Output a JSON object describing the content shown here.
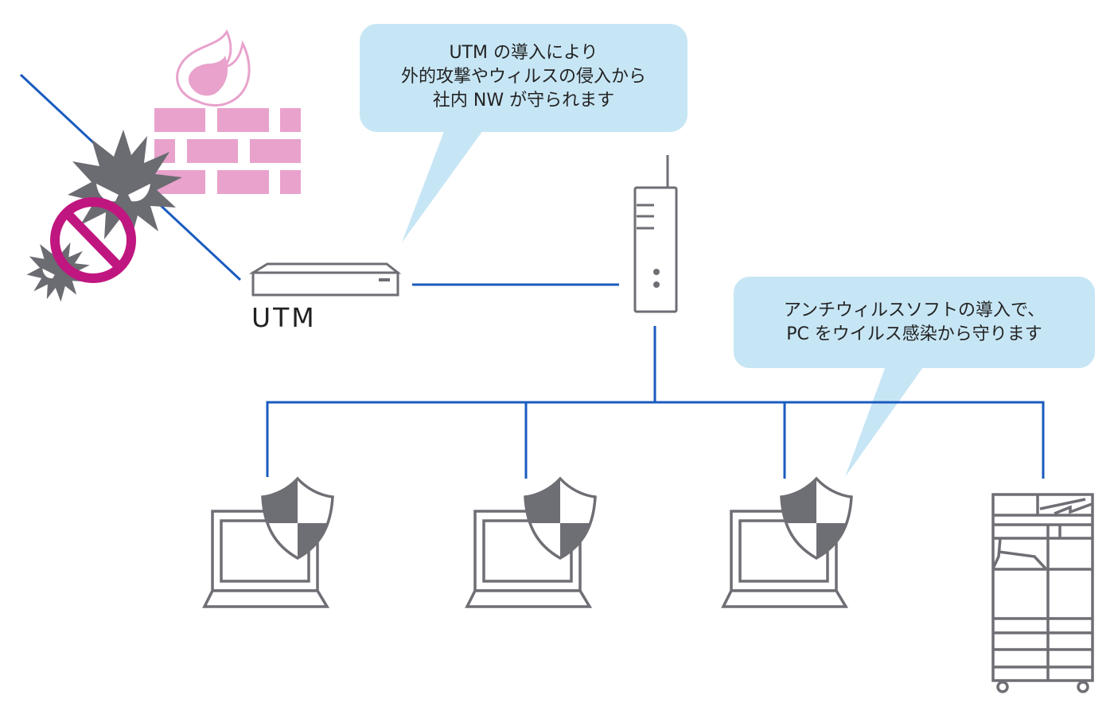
{
  "diagram": {
    "title": "UTM and antivirus network protection diagram",
    "colors": {
      "network_line": "#1a5bbf",
      "device_stroke": "#6e6e75",
      "bubble_fill": "#c7e6f5",
      "firewall_pink": "#e8a2cc",
      "block_sign": "#c0167f",
      "virus_gray": "#6b6b72"
    },
    "callouts": [
      {
        "id": "utm-callout",
        "lines": [
          "UTM の導入により",
          "外的攻撃やウィルスの侵入から",
          "社内 NW が守られます"
        ]
      },
      {
        "id": "antivirus-callout",
        "lines": [
          "アンチウィルスソフトの導入で、",
          "PC をウイルス感染から守ります"
        ]
      }
    ],
    "nodes": {
      "utm_label": "UTM",
      "firewall": "firewall-icon",
      "threat": "virus-icon",
      "router": "router-icon",
      "clients": [
        {
          "type": "laptop",
          "protected": true
        },
        {
          "type": "laptop",
          "protected": true
        },
        {
          "type": "laptop",
          "protected": true
        },
        {
          "type": "multifunction-printer",
          "protected": false
        }
      ]
    }
  }
}
